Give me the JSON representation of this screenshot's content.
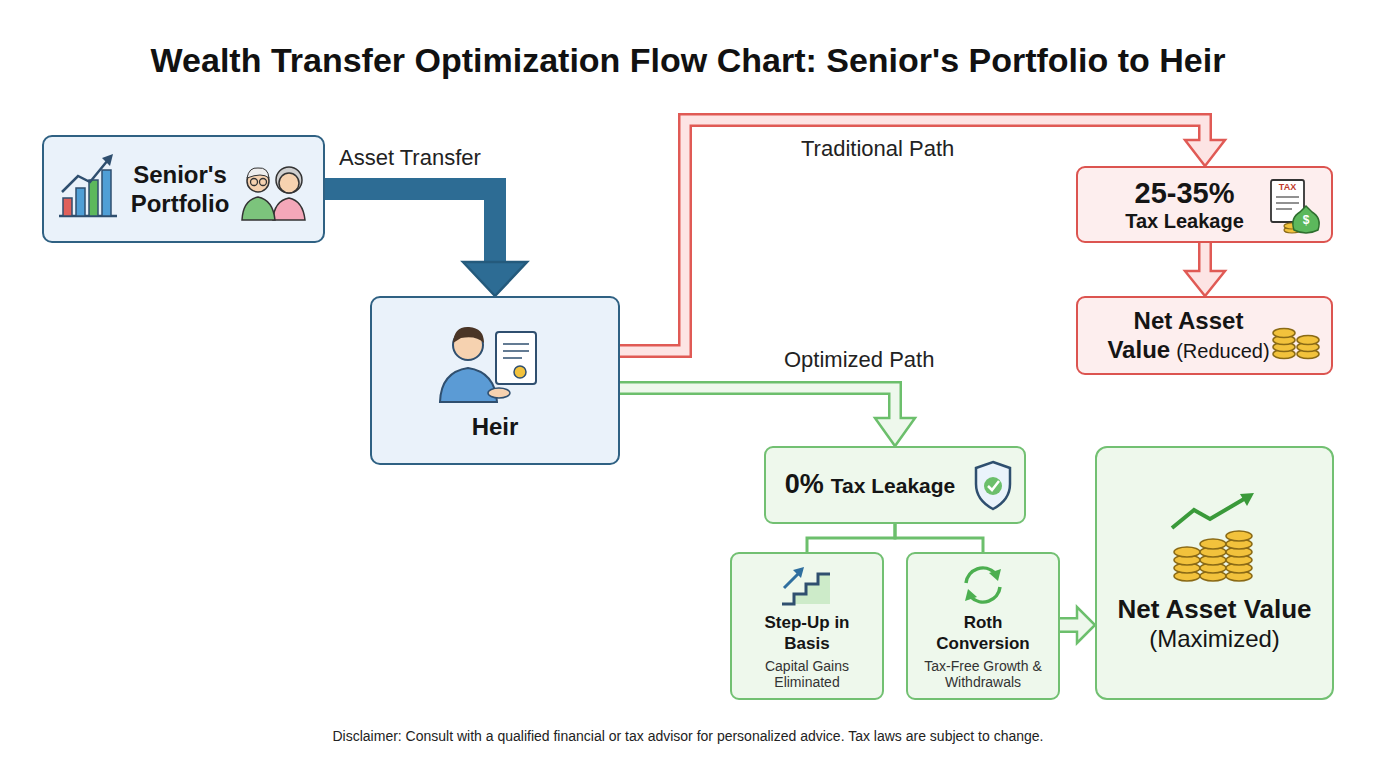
{
  "diagram": {
    "title": "Wealth Transfer Optimization Flow Chart: Senior's Portfolio to Heir",
    "caption": "Disclaimer: Consult with a qualified financial or tax advisor for personalized advice. Tax laws are subject to change.",
    "nodes": [
      {
        "text": [
          "Senior's Portfolio"
        ]
      },
      {
        "text": [
          "Heir"
        ]
      },
      {
        "text": [
          "25-35%",
          "Tax Leakage"
        ]
      },
      {
        "text": [
          "Net Asset Value",
          "(Reduced)"
        ]
      },
      {
        "text": [
          "0%",
          "Tax Leakage"
        ]
      },
      {
        "text": [
          "Step-Up in Basis",
          "Capital Gains Eliminated"
        ]
      },
      {
        "text": [
          "Roth Conversion",
          "Tax-Free Growth & Withdrawals"
        ]
      },
      {
        "text": [
          "Net Asset Value",
          "(Maximized)"
        ]
      }
    ],
    "edges": [
      {
        "from": 0,
        "to": 1,
        "label": "Asset Transfer",
        "arrow": "to"
      },
      {
        "from": 1,
        "to": 2,
        "label": "Traditional Path",
        "arrow": "to"
      },
      {
        "from": 2,
        "to": 3,
        "arrow": "to"
      },
      {
        "from": 1,
        "to": 4,
        "label": "Optimized Path",
        "arrow": "to"
      },
      {
        "from": 4,
        "to": 5,
        "arrow": "none"
      },
      {
        "from": 4,
        "to": 6,
        "arrow": "none"
      },
      {
        "from": 6,
        "to": 7,
        "arrow": "to"
      }
    ],
    "labels": [
      "TAX",
      "$"
    ]
  }
}
